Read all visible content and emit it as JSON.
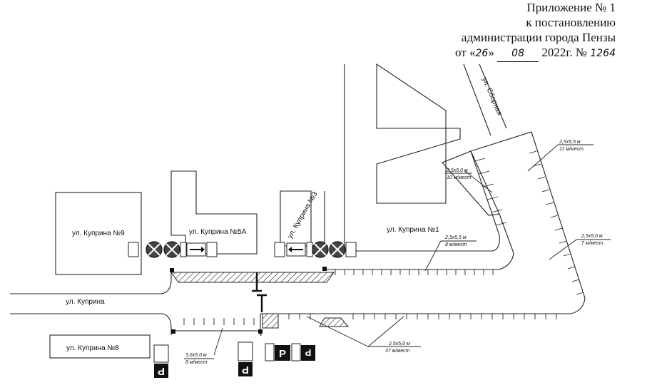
{
  "header": {
    "line1": "Приложение № 1",
    "line2": "к постановлению",
    "line3": "администрации города Пензы",
    "date_prefix": "от «",
    "day": "26",
    "day_close": "»",
    "month": "08",
    "year_text": "2022г. №",
    "number": "1264"
  },
  "map": {
    "buildings": {
      "b9": "ул. Куприна №9",
      "b5a": "ул. Куприна №5А",
      "b3": "ул. Куприна №3",
      "b1": "ул. Куприна №1",
      "b8": "ул. Куприна №8"
    },
    "streets": {
      "kuprina": "ул. Куприна",
      "sbornaya": "ул. Сборная"
    },
    "parking": [
      {
        "size": "2,5х5,0 м",
        "spaces": "10 м/мест"
      },
      {
        "size": "2,5х5,5 м",
        "spaces": "11 м/мест"
      },
      {
        "size": "2,5х5,5 м",
        "spaces": "8 м/мест"
      },
      {
        "size": "2,5х5,0 м",
        "spaces": "7 м/мест"
      },
      {
        "size": "3,6х5,0 м",
        "spaces": "8 м/мест"
      },
      {
        "size": "2,5х5,0 м",
        "spaces": "37 м/мест"
      }
    ],
    "sign_glyph": "P"
  }
}
